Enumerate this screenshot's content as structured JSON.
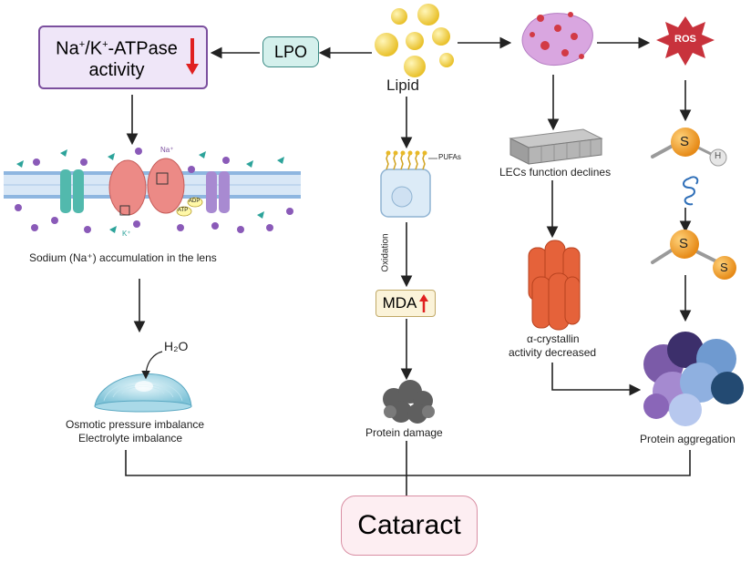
{
  "nodes": {
    "lipid": "Lipid",
    "lpo": "LPO",
    "atpase_line1_prefix": "Na",
    "atpase_sup1": "+",
    "atpase_line1_mid": "/K",
    "atpase_sup2": "+",
    "atpase_line1_suffix": "-ATPase",
    "atpase_line2": "activity",
    "ros": "ROS",
    "sodium_accumulation": "Sodium (Na⁺) accumulation in the lens",
    "h2o": "H₂O",
    "osmotic": "Osmotic pressure  imbalance",
    "electrolyte": "Electrolyte imbalance",
    "pufas": "PUFAs",
    "oxidation": "Oxidation",
    "mda": "MDA",
    "protein_damage": "Protein damage",
    "lecs": "LECs function declines",
    "crystallin_line1": "α-crystallin",
    "crystallin_line2": "activity decreased",
    "protein_aggregation": "Protein aggregation",
    "cataract": "Cataract",
    "sulfur1": "S",
    "hydrogen": "H",
    "sulfur2": "S",
    "sulfur3": "S",
    "na_ion": "Na⁺",
    "k_ion": "K⁺",
    "atp": "ATP",
    "adp": "ADP"
  },
  "colors": {
    "lpo_fill": "#d4f0ec",
    "lpo_border": "#3a8a84",
    "atpase_fill": "#efe6f8",
    "atpase_border": "#7b4f9e",
    "down_arrow": "#e02020",
    "mda_fill": "#fbf3d9",
    "mda_border": "#c0a866",
    "cataract_fill": "#fdeef2",
    "cataract_border": "#d98fa4",
    "ros_fill": "#c8323c",
    "lipid_drop": "#f3d54b",
    "sulfur": "#f2a531",
    "line": "#222222"
  }
}
